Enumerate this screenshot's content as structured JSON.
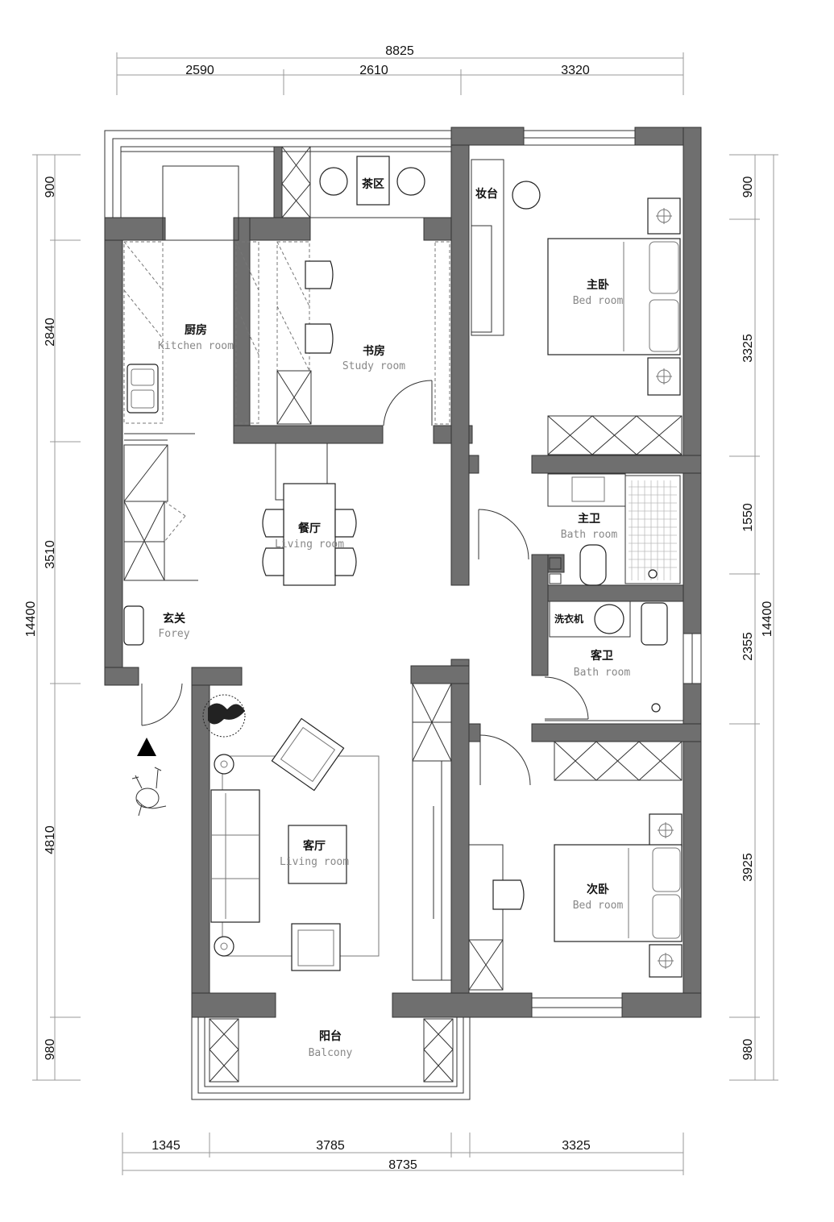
{
  "dimensions": {
    "top_total": "8825",
    "top_segments": [
      "2590",
      "2610",
      "3320"
    ],
    "bottom_total": "8735",
    "bottom_segments": [
      "1345",
      "3785",
      "3325"
    ],
    "left_total": "14400",
    "left_segments": [
      "900",
      "2840",
      "3510",
      "4810",
      "980"
    ],
    "right_total": "14400",
    "right_segments": [
      "900",
      "3325",
      "1550",
      "2355",
      "3925",
      "980"
    ]
  },
  "rooms": {
    "tea": {
      "cn": "茶区"
    },
    "vanity": {
      "cn": "妆台"
    },
    "kitchen": {
      "cn": "厨房",
      "en": "Kitchen room"
    },
    "study": {
      "cn": "书房",
      "en": "Study room"
    },
    "master_bed": {
      "cn": "主卧",
      "en": "Bed room"
    },
    "master_bath": {
      "cn": "主卫",
      "en": "Bath room"
    },
    "dining": {
      "cn": "餐厅",
      "en": "Living room"
    },
    "entry": {
      "cn": "玄关",
      "en": "Forey"
    },
    "laundry": {
      "cn": "洗衣机"
    },
    "guest_bath": {
      "cn": "客卫",
      "en": "Bath room"
    },
    "living": {
      "cn": "客厅",
      "en": "Living room"
    },
    "second_bed": {
      "cn": "次卧",
      "en": "Bed room"
    },
    "balcony": {
      "cn": "阳台",
      "en": "Balcony"
    }
  }
}
